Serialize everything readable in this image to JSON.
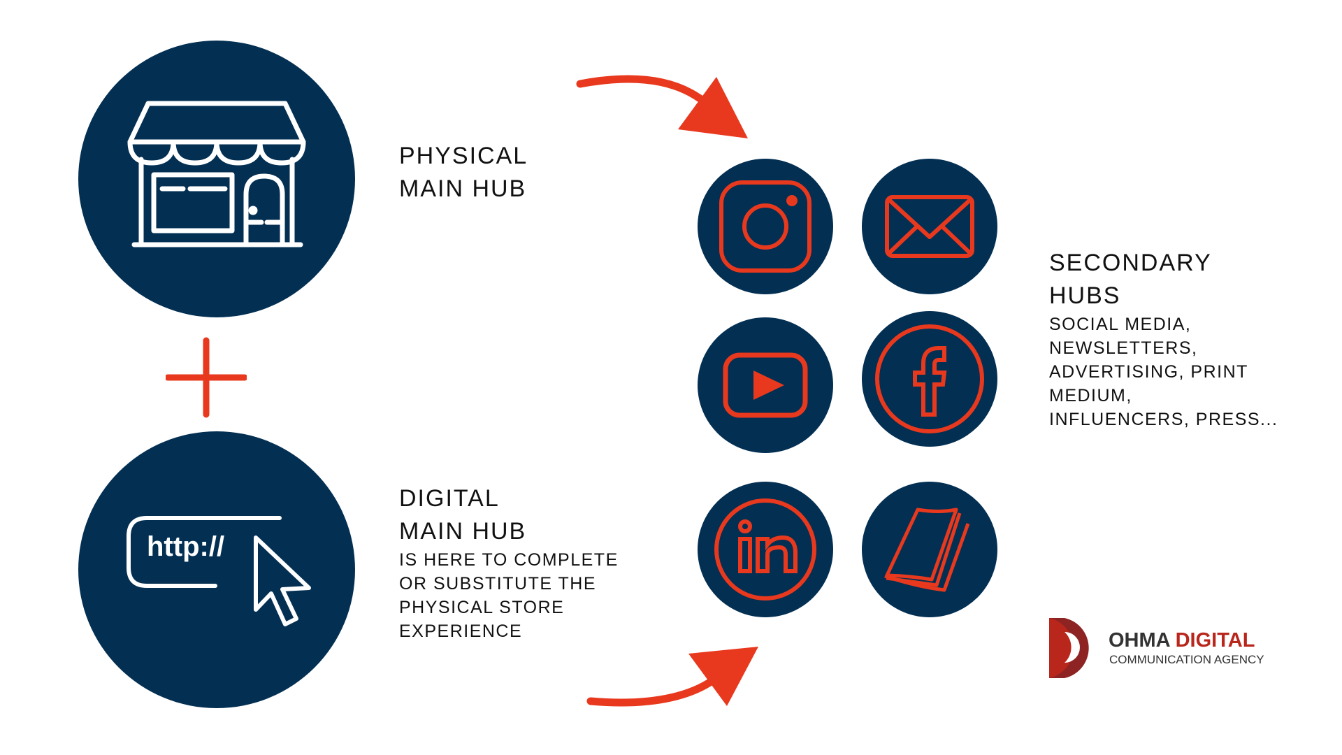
{
  "physical": {
    "title_line1": "PHYSICAL",
    "title_line2": "MAIN HUB"
  },
  "digital": {
    "title_line1": "DIGITAL",
    "title_line2": "MAIN HUB",
    "desc": [
      "IS HERE TO COMPLETE",
      "OR SUBSTITUTE THE",
      "PHYSICAL STORE",
      "EXPERIENCE"
    ],
    "url_text": "http://"
  },
  "secondary": {
    "title_line1": "SECONDARY",
    "title_line2": "HUBS",
    "desc": [
      "SOCIAL MEDIA,",
      "NEWSLETTERS,",
      "ADVERTISING, PRINT",
      "MEDIUM,",
      "INFLUENCERS, PRESS..."
    ]
  },
  "logo": {
    "name_part1": "OHMA",
    "name_part2": "DIGITAL",
    "tagline": "COMMUNICATION AGENCY"
  },
  "colors": {
    "navy": "#032f52",
    "accent": "#e8391e"
  }
}
